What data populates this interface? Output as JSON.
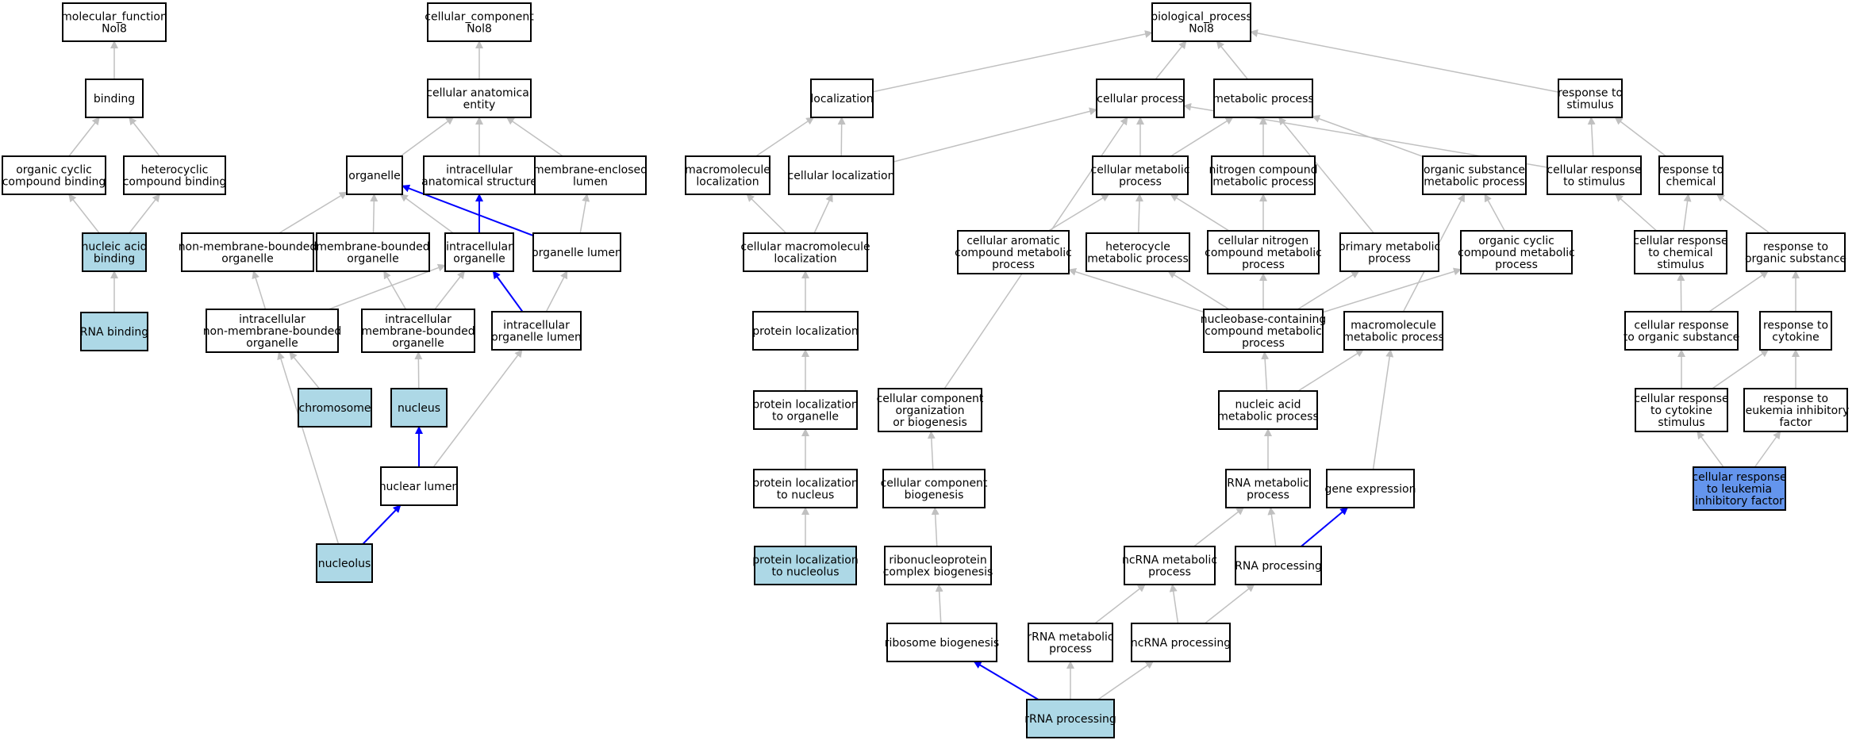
{
  "colors": {
    "default_fill": "#ffffff",
    "annotated_fill": "#add8e6",
    "query_fill": "#6495ed",
    "edge_gray": "#c0c0c0",
    "edge_blue": "#0000ff"
  },
  "nodes": [
    {
      "id": "mf",
      "lines": [
        "molecular_function",
        "Nol8"
      ],
      "style": "default"
    },
    {
      "id": "binding",
      "lines": [
        "binding"
      ],
      "style": "default"
    },
    {
      "id": "ocb",
      "lines": [
        "organic cyclic",
        "compound binding"
      ],
      "style": "default"
    },
    {
      "id": "hcb",
      "lines": [
        "heterocyclic",
        "compound binding"
      ],
      "style": "default"
    },
    {
      "id": "nab",
      "lines": [
        "nucleic acid",
        "binding"
      ],
      "style": "annotated"
    },
    {
      "id": "rnab",
      "lines": [
        "RNA binding"
      ],
      "style": "annotated"
    },
    {
      "id": "cc",
      "lines": [
        "cellular_component",
        "Nol8"
      ],
      "style": "default"
    },
    {
      "id": "cae",
      "lines": [
        "cellular anatomical",
        "entity"
      ],
      "style": "default"
    },
    {
      "id": "organelle",
      "lines": [
        "organelle"
      ],
      "style": "default"
    },
    {
      "id": "ias",
      "lines": [
        "intracellular",
        "anatomical structure"
      ],
      "style": "default"
    },
    {
      "id": "mel",
      "lines": [
        "membrane-enclosed",
        "lumen"
      ],
      "style": "default"
    },
    {
      "id": "nmbo",
      "lines": [
        "non-membrane-bounded",
        "organelle"
      ],
      "style": "default"
    },
    {
      "id": "mbo",
      "lines": [
        "membrane-bounded",
        "organelle"
      ],
      "style": "default"
    },
    {
      "id": "io",
      "lines": [
        "intracellular",
        "organelle"
      ],
      "style": "default"
    },
    {
      "id": "ol",
      "lines": [
        "organelle lumen"
      ],
      "style": "default"
    },
    {
      "id": "inmbo",
      "lines": [
        "intracellular",
        "non-membrane-bounded",
        "organelle"
      ],
      "style": "default"
    },
    {
      "id": "imbo",
      "lines": [
        "intracellular",
        "membrane-bounded",
        "organelle"
      ],
      "style": "default"
    },
    {
      "id": "iol",
      "lines": [
        "intracellular",
        "organelle lumen"
      ],
      "style": "default"
    },
    {
      "id": "chromosome",
      "lines": [
        "chromosome"
      ],
      "style": "annotated"
    },
    {
      "id": "nucleus",
      "lines": [
        "nucleus"
      ],
      "style": "annotated"
    },
    {
      "id": "nl",
      "lines": [
        "nuclear lumen"
      ],
      "style": "default"
    },
    {
      "id": "nucleolus",
      "lines": [
        "nucleolus"
      ],
      "style": "annotated"
    },
    {
      "id": "bp",
      "lines": [
        "biological_process",
        "Nol8"
      ],
      "style": "default"
    },
    {
      "id": "loc",
      "lines": [
        "localization"
      ],
      "style": "default"
    },
    {
      "id": "cp",
      "lines": [
        "cellular process"
      ],
      "style": "default"
    },
    {
      "id": "mp",
      "lines": [
        "metabolic process"
      ],
      "style": "default"
    },
    {
      "id": "rts",
      "lines": [
        "response to",
        "stimulus"
      ],
      "style": "default"
    },
    {
      "id": "ml",
      "lines": [
        "macromolecule",
        "localization"
      ],
      "style": "default"
    },
    {
      "id": "cl",
      "lines": [
        "cellular localization"
      ],
      "style": "default"
    },
    {
      "id": "cmp",
      "lines": [
        "cellular metabolic",
        "process"
      ],
      "style": "default"
    },
    {
      "id": "ncmp",
      "lines": [
        "nitrogen compound",
        "metabolic process"
      ],
      "style": "default"
    },
    {
      "id": "osmp",
      "lines": [
        "organic substance",
        "metabolic process"
      ],
      "style": "default"
    },
    {
      "id": "crs",
      "lines": [
        "cellular response",
        "to stimulus"
      ],
      "style": "default"
    },
    {
      "id": "rtc",
      "lines": [
        "response to",
        "chemical"
      ],
      "style": "default"
    },
    {
      "id": "cml",
      "lines": [
        "cellular macromolecule",
        "localization"
      ],
      "style": "default"
    },
    {
      "id": "cacmp",
      "lines": [
        "cellular aromatic",
        "compound metabolic",
        "process"
      ],
      "style": "default"
    },
    {
      "id": "hmp",
      "lines": [
        "heterocycle",
        "metabolic process"
      ],
      "style": "default"
    },
    {
      "id": "cncmp",
      "lines": [
        "cellular nitrogen",
        "compound metabolic",
        "process"
      ],
      "style": "default"
    },
    {
      "id": "pmp",
      "lines": [
        "primary metabolic",
        "process"
      ],
      "style": "default"
    },
    {
      "id": "occmp",
      "lines": [
        "organic cyclic",
        "compound metabolic",
        "process"
      ],
      "style": "default"
    },
    {
      "id": "crcs",
      "lines": [
        "cellular response",
        "to chemical",
        "stimulus"
      ],
      "style": "default"
    },
    {
      "id": "rtos",
      "lines": [
        "response to",
        "organic substance"
      ],
      "style": "default"
    },
    {
      "id": "pl",
      "lines": [
        "protein localization"
      ],
      "style": "default"
    },
    {
      "id": "nccmp",
      "lines": [
        "nucleobase-containing",
        "compound metabolic",
        "process"
      ],
      "style": "default"
    },
    {
      "id": "mmp",
      "lines": [
        "macromolecule",
        "metabolic process"
      ],
      "style": "default"
    },
    {
      "id": "cros",
      "lines": [
        "cellular response",
        "to organic substance"
      ],
      "style": "default"
    },
    {
      "id": "rtcy",
      "lines": [
        "response to",
        "cytokine"
      ],
      "style": "default"
    },
    {
      "id": "pto",
      "lines": [
        "protein localization",
        "to organelle"
      ],
      "style": "default"
    },
    {
      "id": "ccob",
      "lines": [
        "cellular component",
        "organization",
        "or biogenesis"
      ],
      "style": "default"
    },
    {
      "id": "namp",
      "lines": [
        "nucleic acid",
        "metabolic process"
      ],
      "style": "default"
    },
    {
      "id": "crcks",
      "lines": [
        "cellular response",
        "to cytokine",
        "stimulus"
      ],
      "style": "default"
    },
    {
      "id": "rtlif",
      "lines": [
        "response to",
        "leukemia inhibitory",
        "factor"
      ],
      "style": "default"
    },
    {
      "id": "ptn",
      "lines": [
        "protein localization",
        "to nucleus"
      ],
      "style": "default"
    },
    {
      "id": "ccb",
      "lines": [
        "cellular component",
        "biogenesis"
      ],
      "style": "default"
    },
    {
      "id": "rnamp",
      "lines": [
        "RNA metabolic",
        "process"
      ],
      "style": "default"
    },
    {
      "id": "ge",
      "lines": [
        "gene expression"
      ],
      "style": "default"
    },
    {
      "id": "crlif",
      "lines": [
        "cellular response",
        "to leukemia",
        "inhibitory factor"
      ],
      "style": "query"
    },
    {
      "id": "ptnl",
      "lines": [
        "protein localization",
        "to nucleolus"
      ],
      "style": "annotated"
    },
    {
      "id": "rcb",
      "lines": [
        "ribonucleoprotein",
        "complex biogenesis"
      ],
      "style": "default"
    },
    {
      "id": "ncrnamp",
      "lines": [
        "ncRNA metabolic",
        "process"
      ],
      "style": "default"
    },
    {
      "id": "rnap",
      "lines": [
        "RNA processing"
      ],
      "style": "default"
    },
    {
      "id": "rb",
      "lines": [
        "ribosome biogenesis"
      ],
      "style": "default"
    },
    {
      "id": "rrnamp",
      "lines": [
        "rRNA metabolic",
        "process"
      ],
      "style": "default"
    },
    {
      "id": "ncrnap",
      "lines": [
        "ncRNA processing"
      ],
      "style": "default"
    },
    {
      "id": "rrnap",
      "lines": [
        "rRNA processing"
      ],
      "style": "annotated"
    }
  ],
  "edges": [
    {
      "from": "binding",
      "to": "mf",
      "color": "gray"
    },
    {
      "from": "ocb",
      "to": "binding",
      "color": "gray"
    },
    {
      "from": "hcb",
      "to": "binding",
      "color": "gray"
    },
    {
      "from": "nab",
      "to": "ocb",
      "color": "gray"
    },
    {
      "from": "nab",
      "to": "hcb",
      "color": "gray"
    },
    {
      "from": "rnab",
      "to": "nab",
      "color": "gray"
    },
    {
      "from": "cae",
      "to": "cc",
      "color": "gray"
    },
    {
      "from": "organelle",
      "to": "cae",
      "color": "gray"
    },
    {
      "from": "ias",
      "to": "cae",
      "color": "gray"
    },
    {
      "from": "mel",
      "to": "cae",
      "color": "gray"
    },
    {
      "from": "nmbo",
      "to": "organelle",
      "color": "gray"
    },
    {
      "from": "mbo",
      "to": "organelle",
      "color": "gray"
    },
    {
      "from": "io",
      "to": "organelle",
      "color": "gray"
    },
    {
      "from": "io",
      "to": "ias",
      "color": "blue"
    },
    {
      "from": "ol",
      "to": "organelle",
      "color": "blue"
    },
    {
      "from": "ol",
      "to": "mel",
      "color": "gray"
    },
    {
      "from": "inmbo",
      "to": "nmbo",
      "color": "gray"
    },
    {
      "from": "inmbo",
      "to": "io",
      "color": "gray"
    },
    {
      "from": "imbo",
      "to": "mbo",
      "color": "gray"
    },
    {
      "from": "imbo",
      "to": "io",
      "color": "gray"
    },
    {
      "from": "iol",
      "to": "io",
      "color": "blue"
    },
    {
      "from": "iol",
      "to": "ol",
      "color": "gray"
    },
    {
      "from": "chromosome",
      "to": "inmbo",
      "color": "gray"
    },
    {
      "from": "nucleus",
      "to": "imbo",
      "color": "gray"
    },
    {
      "from": "nl",
      "to": "nucleus",
      "color": "blue"
    },
    {
      "from": "nl",
      "to": "iol",
      "color": "gray"
    },
    {
      "from": "nucleolus",
      "to": "nl",
      "color": "blue"
    },
    {
      "from": "nucleolus",
      "to": "inmbo",
      "color": "gray"
    },
    {
      "from": "loc",
      "to": "bp",
      "color": "gray"
    },
    {
      "from": "cp",
      "to": "bp",
      "color": "gray"
    },
    {
      "from": "mp",
      "to": "bp",
      "color": "gray"
    },
    {
      "from": "rts",
      "to": "bp",
      "color": "gray"
    },
    {
      "from": "ml",
      "to": "loc",
      "color": "gray"
    },
    {
      "from": "cl",
      "to": "loc",
      "color": "gray"
    },
    {
      "from": "cl",
      "to": "cp",
      "color": "gray"
    },
    {
      "from": "cmp",
      "to": "cp",
      "color": "gray"
    },
    {
      "from": "cmp",
      "to": "mp",
      "color": "gray"
    },
    {
      "from": "ncmp",
      "to": "mp",
      "color": "gray"
    },
    {
      "from": "osmp",
      "to": "mp",
      "color": "gray"
    },
    {
      "from": "crs",
      "to": "cp",
      "color": "gray"
    },
    {
      "from": "crs",
      "to": "rts",
      "color": "gray"
    },
    {
      "from": "rtc",
      "to": "rts",
      "color": "gray"
    },
    {
      "from": "cml",
      "to": "ml",
      "color": "gray"
    },
    {
      "from": "cml",
      "to": "cl",
      "color": "gray"
    },
    {
      "from": "cacmp",
      "to": "cmp",
      "color": "gray"
    },
    {
      "from": "hmp",
      "to": "cmp",
      "color": "gray"
    },
    {
      "from": "cncmp",
      "to": "cmp",
      "color": "gray"
    },
    {
      "from": "cncmp",
      "to": "ncmp",
      "color": "gray"
    },
    {
      "from": "pmp",
      "to": "mp",
      "color": "gray"
    },
    {
      "from": "occmp",
      "to": "osmp",
      "color": "gray"
    },
    {
      "from": "crcs",
      "to": "crs",
      "color": "gray"
    },
    {
      "from": "crcs",
      "to": "rtc",
      "color": "gray"
    },
    {
      "from": "rtos",
      "to": "rtc",
      "color": "gray"
    },
    {
      "from": "pl",
      "to": "cml",
      "color": "gray"
    },
    {
      "from": "nccmp",
      "to": "cacmp",
      "color": "gray"
    },
    {
      "from": "nccmp",
      "to": "hmp",
      "color": "gray"
    },
    {
      "from": "nccmp",
      "to": "cncmp",
      "color": "gray"
    },
    {
      "from": "nccmp",
      "to": "pmp",
      "color": "gray"
    },
    {
      "from": "nccmp",
      "to": "occmp",
      "color": "gray"
    },
    {
      "from": "mmp",
      "to": "osmp",
      "color": "gray"
    },
    {
      "from": "cros",
      "to": "crcs",
      "color": "gray"
    },
    {
      "from": "cros",
      "to": "rtos",
      "color": "gray"
    },
    {
      "from": "rtcy",
      "to": "rtos",
      "color": "gray"
    },
    {
      "from": "pto",
      "to": "pl",
      "color": "gray"
    },
    {
      "from": "ccob",
      "to": "cp",
      "color": "gray"
    },
    {
      "from": "namp",
      "to": "nccmp",
      "color": "gray"
    },
    {
      "from": "namp",
      "to": "mmp",
      "color": "gray"
    },
    {
      "from": "crcks",
      "to": "cros",
      "color": "gray"
    },
    {
      "from": "crcks",
      "to": "rtcy",
      "color": "gray"
    },
    {
      "from": "rtlif",
      "to": "rtcy",
      "color": "gray"
    },
    {
      "from": "ptn",
      "to": "pto",
      "color": "gray"
    },
    {
      "from": "ccb",
      "to": "ccob",
      "color": "gray"
    },
    {
      "from": "rnamp",
      "to": "namp",
      "color": "gray"
    },
    {
      "from": "ge",
      "to": "mmp",
      "color": "gray"
    },
    {
      "from": "crlif",
      "to": "crcks",
      "color": "gray"
    },
    {
      "from": "crlif",
      "to": "rtlif",
      "color": "gray"
    },
    {
      "from": "ptnl",
      "to": "ptn",
      "color": "gray"
    },
    {
      "from": "rcb",
      "to": "ccb",
      "color": "gray"
    },
    {
      "from": "ncrnamp",
      "to": "rnamp",
      "color": "gray"
    },
    {
      "from": "rnap",
      "to": "rnamp",
      "color": "gray"
    },
    {
      "from": "rnap",
      "to": "ge",
      "color": "blue"
    },
    {
      "from": "rb",
      "to": "rcb",
      "color": "gray"
    },
    {
      "from": "rrnamp",
      "to": "ncrnamp",
      "color": "gray"
    },
    {
      "from": "ncrnap",
      "to": "ncrnamp",
      "color": "gray"
    },
    {
      "from": "ncrnap",
      "to": "rnap",
      "color": "gray"
    },
    {
      "from": "rrnap",
      "to": "rb",
      "color": "blue"
    },
    {
      "from": "rrnap",
      "to": "rrnamp",
      "color": "gray"
    },
    {
      "from": "rrnap",
      "to": "ncrnap",
      "color": "gray"
    }
  ]
}
